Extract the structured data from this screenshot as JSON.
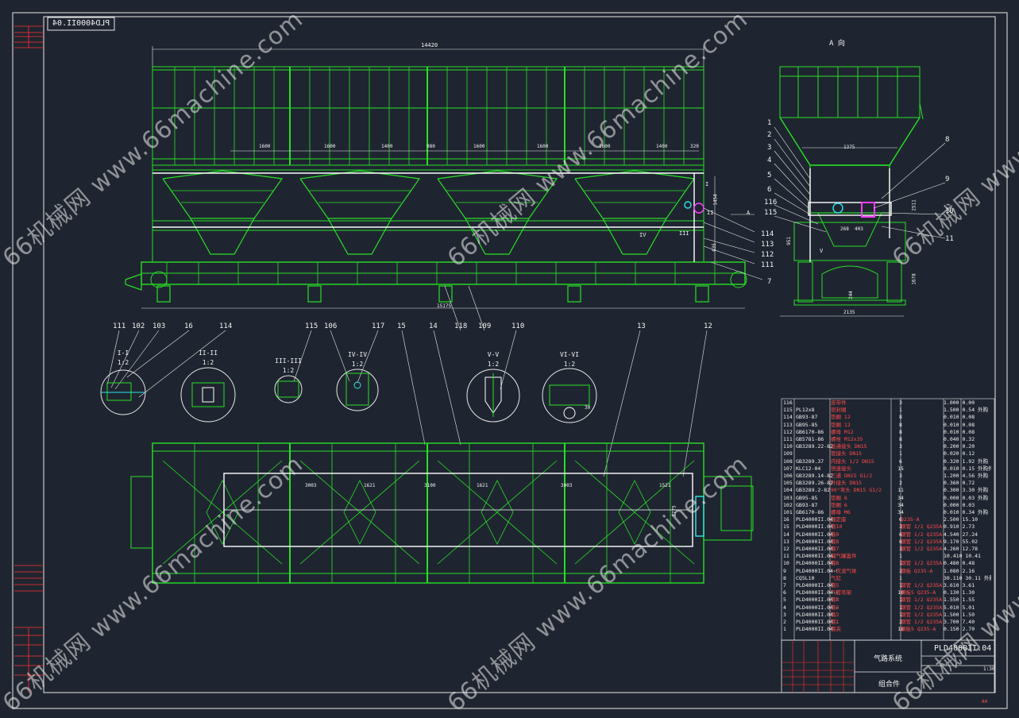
{
  "drawing": {
    "number_vertical": "PLD4000II.04",
    "number_title": "PLD4000II.04",
    "title_name": "气路系统",
    "title_sub": "组合件",
    "sheet_tag": "1:30",
    "view_label": "A 向",
    "scale_note": "A4"
  },
  "watermark": {
    "text": "66机械网 www.66machine.com"
  },
  "dimensions": {
    "total_length": "14420",
    "base_length": "15175",
    "spacing_1": "1600",
    "spacing_2": "1600",
    "spacing_3": "1400",
    "spacing_4": "1600",
    "spacing_5": "1600",
    "spacing_6": "1600",
    "spacing_7": "1400",
    "spacing_8": "320",
    "mid_start": "980",
    "side_width": "2135",
    "side_top": "1375",
    "side_height": "2511",
    "side_lower": "1678",
    "side_gap": "951",
    "side_small_a": "268",
    "side_small_b": "403",
    "side_small_c": "244",
    "front_h1": "1454",
    "front_h2": "835",
    "plan_a": "3003",
    "plan_b": "1621",
    "plan_c": "3100",
    "plan_d": "1621",
    "plan_e": "3003",
    "plan_f": "1521",
    "plan_g": "1775"
  },
  "part_callouts": {
    "front_right": [
      "114",
      "113",
      "112",
      "111",
      "7"
    ],
    "front_markers": [
      "I",
      "II",
      "III",
      "IV",
      "A"
    ],
    "side_left": [
      "1",
      "2",
      "3",
      "4",
      "5",
      "6",
      "116",
      "115"
    ],
    "side_right": [
      "8",
      "9",
      "10",
      "11"
    ],
    "side_marker": "V",
    "row_mid": [
      "111",
      "102",
      "103",
      "16",
      "114",
      "115",
      "106",
      "117",
      "15",
      "14",
      "118",
      "109",
      "110",
      "13",
      "12"
    ]
  },
  "details": [
    {
      "title": "I-I",
      "scale": "1:2"
    },
    {
      "title": "II-II",
      "scale": "1:2"
    },
    {
      "title": "III-III",
      "scale": "1:2"
    },
    {
      "title": "IV-IV",
      "scale": "1:2"
    },
    {
      "title": "V-V",
      "scale": "1:2"
    },
    {
      "title": "VI-VI",
      "scale": "1:2"
    }
  ],
  "detail_note": "30",
  "bom": [
    {
      "no": "116",
      "code": "",
      "name": "皮带件",
      "qty": "3",
      "mat": "",
      "wt": "1.000 0.00"
    },
    {
      "no": "115",
      "code": "PL12x8",
      "name": "密封圈",
      "qty": "1",
      "mat": "",
      "wt": "1.500 0.54 外购"
    },
    {
      "no": "114",
      "code": "GB93-87",
      "name": "垫圈 12",
      "qty": "8",
      "mat": "",
      "wt": "0.010 0.08"
    },
    {
      "no": "113",
      "code": "GB95-85",
      "name": "垫圈 12",
      "qty": "8",
      "mat": "",
      "wt": "0.010 0.08"
    },
    {
      "no": "112",
      "code": "GB6170-86",
      "name": "螺母 M12",
      "qty": "8",
      "mat": "",
      "wt": "0.010 0.08"
    },
    {
      "no": "111",
      "code": "GB5781-86",
      "name": "螺栓 M12x35",
      "qty": "8",
      "mat": "",
      "wt": "0.040 0.32"
    },
    {
      "no": "110",
      "code": "GB3289.22-82",
      "name": "直通接头 DN15",
      "qty": "3",
      "mat": "",
      "wt": "0.200 0.20"
    },
    {
      "no": "109",
      "code": "",
      "name": "管接头 DN15",
      "qty": "1",
      "mat": "",
      "wt": "0.020 0.12"
    },
    {
      "no": "108",
      "code": "GB3289.37",
      "name": "内接头 1/2 DN15",
      "qty": "6",
      "mat": "",
      "wt": "0.320 1.92 外购"
    },
    {
      "no": "107",
      "code": "KLC12-04",
      "name": "快速接头",
      "qty": "15",
      "mat": "",
      "wt": "0.010 0.15 外购件"
    },
    {
      "no": "106",
      "code": "GB3289.14-82",
      "name": "三通 DN15 G1/2",
      "qty": "3",
      "mat": "",
      "wt": "1.200 4.56 外购"
    },
    {
      "no": "105",
      "code": "GB3289.26-82",
      "name": "外接头 DN15",
      "qty": "2",
      "mat": "",
      "wt": "0.360 0.72"
    },
    {
      "no": "104",
      "code": "GB3289.2-82",
      "name": "90°弯头 DN15 G1/2",
      "qty": "11",
      "mat": "",
      "wt": "0.300 3.30 外购"
    },
    {
      "no": "103",
      "code": "GB95-85",
      "name": "垫圈 6",
      "qty": "34",
      "mat": "",
      "wt": "0.000 0.03 外购"
    },
    {
      "no": "102",
      "code": "GB93-87",
      "name": "垫圈 6",
      "qty": "34",
      "mat": "",
      "wt": "0.000 0.03"
    },
    {
      "no": "101",
      "code": "GB6170-86",
      "name": "螺母 M6",
      "qty": "34",
      "mat": "",
      "wt": "0.010 0.34 外购"
    },
    {
      "no": "16",
      "code": "PLD4000II.04-16",
      "name": "固定座",
      "qty": "6",
      "mat": "Q235-A",
      "wt": "2.500 15.10"
    },
    {
      "no": "15",
      "code": "PLD4000II.04-15",
      "name": "管10",
      "qty": "3",
      "mat": "钢管 1/2 Q235A",
      "wt": "0.910 2.73"
    },
    {
      "no": "14",
      "code": "PLD4000II.04-14",
      "name": "管9",
      "qty": "6",
      "mat": "钢管 1/2 Q235A",
      "wt": "4.540 27.24"
    },
    {
      "no": "13",
      "code": "PLD4000II.04-13",
      "name": "管8",
      "qty": "6",
      "mat": "钢管 1/2 Q235A",
      "wt": "9.170 55.02"
    },
    {
      "no": "12",
      "code": "PLD4000II.04-12",
      "name": "管7",
      "qty": "3",
      "mat": "钢管 1/2 Q235A",
      "wt": "4.260 12.78"
    },
    {
      "no": "11",
      "code": "PLD4000II.04-11",
      "name": "储气罐盖件",
      "qty": "1",
      "mat": "",
      "wt": "10.410 10.41"
    },
    {
      "no": "10",
      "code": "PLD4000II.04-10",
      "name": "管6",
      "qty": "1",
      "mat": "钢管 1/2 Q235A",
      "wt": "0.480 0.48"
    },
    {
      "no": "9",
      "code": "PLD4000II.04-9",
      "name": "一次滤气体",
      "qty": "2",
      "mat": "钢板 Q235-A",
      "wt": "1.080 2.16"
    },
    {
      "no": "8",
      "code": "CQ5L10",
      "name": "气缸",
      "qty": "1",
      "mat": "",
      "wt": "30.110 30.11 外购"
    },
    {
      "no": "7",
      "code": "PLD4000II.04-7",
      "name": "管5",
      "qty": "1",
      "mat": "钢管 1/2 Q235A",
      "wt": "3.610 3.61"
    },
    {
      "no": "6",
      "code": "PLD4000II.04-6",
      "name": "气管吊架",
      "qty": "10",
      "mat": "钢板5 Q235-A",
      "wt": "0.130 1.30"
    },
    {
      "no": "5",
      "code": "PLD4000II.04-5",
      "name": "管4",
      "qty": "1",
      "mat": "钢管 1/2 Q235A",
      "wt": "1.550 1.55"
    },
    {
      "no": "4",
      "code": "PLD4000II.04-4",
      "name": "管3",
      "qty": "1",
      "mat": "钢管 1/2 Q235A",
      "wt": "5.010 5.01"
    },
    {
      "no": "3",
      "code": "PLD4000II.04-3",
      "name": "管2",
      "qty": "1",
      "mat": "钢管 1/2 Q235A",
      "wt": "1.500 1.50"
    },
    {
      "no": "2",
      "code": "PLD4000II.04-2",
      "name": "管1",
      "qty": "2",
      "mat": "钢管 1/2 Q235A",
      "wt": "3.700 7.40"
    },
    {
      "no": "1",
      "code": "PLD4000II.04-1",
      "name": "管夹",
      "qty": "18",
      "mat": "钢板5 Q235-A",
      "wt": "0.150 2.70"
    }
  ],
  "colors": {
    "frame": "#27e027",
    "pipe": "#ffffff",
    "accent_cyan": "#2ee6e6",
    "accent_magenta": "#ff3cff",
    "text": "#f2f2f2",
    "red": "#ff3030",
    "background": "#1f2530"
  }
}
